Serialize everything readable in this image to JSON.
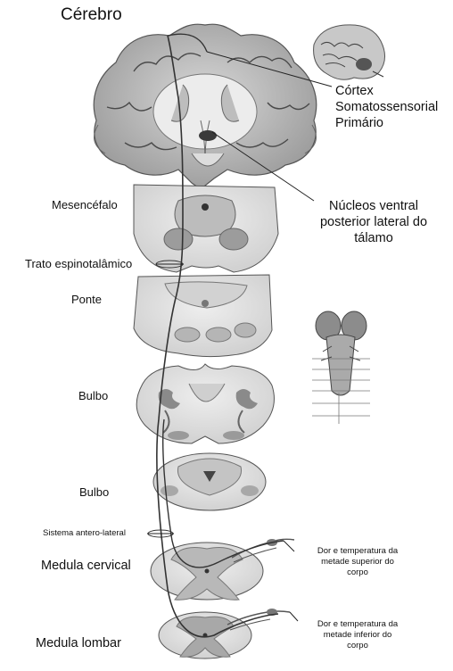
{
  "labels": {
    "cerebro": "Cérebro",
    "cortex": [
      "Córtex",
      "Somatossensorial",
      "Primário"
    ],
    "nucleos": [
      "Núcleos ventral",
      "posterior lateral do",
      "tálamo"
    ],
    "mesencefalo": "Mesencéfalo",
    "trato": "Trato espinotalâmico",
    "ponte": "Ponte",
    "bulbo_superior": "Bulbo",
    "bulbo_inferior": "Bulbo",
    "sistema": "Sistema antero-lateral",
    "medula_cervical": "Medula cervical",
    "medula_lombar": "Medula lombar",
    "dor_superior": [
      "Dor e temperatura da",
      "metade superior do",
      "corpo"
    ],
    "dor_inferior": [
      "Dor e temperatura da",
      "metade inferior do",
      "corpo"
    ]
  },
  "colors": {
    "tissue_light": "#e6e6e6",
    "tissue_mid": "#c9c9c9",
    "tissue_dark": "#7a7a7a",
    "outline": "#555555",
    "tract": "#333333"
  }
}
